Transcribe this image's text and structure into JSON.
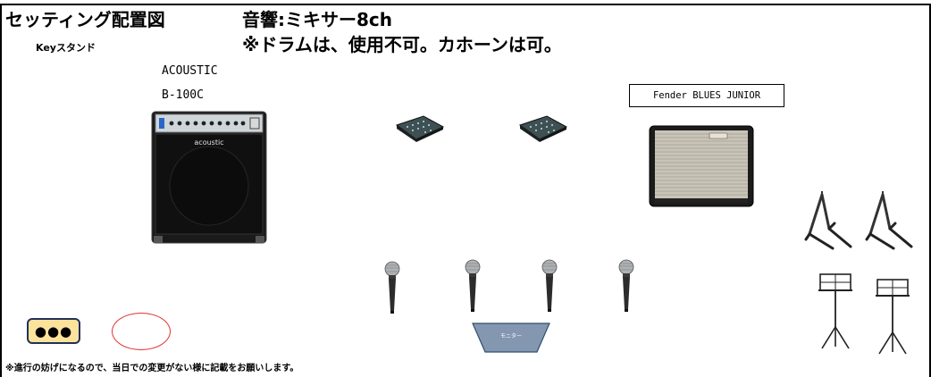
{
  "header": {
    "title": "セッティング配置図",
    "sound_system": "音響:ミキサー8ch",
    "drum_note": "※ドラムは、使用不可。カホーンは可。"
  },
  "key_stand_label": "Keyスタンド",
  "bass_amp": {
    "brand_line": "ACOUSTIC",
    "model_line": "B-100C",
    "logo_text": "acoustic"
  },
  "guitar_amp": {
    "label": "Fender BLUES JUNIOR"
  },
  "monitor": {
    "label": "モニター"
  },
  "placeholder_box": {
    "label": "●●●"
  },
  "footer_note": "※進行の妨げになるので、当日での変更がない様に記載をお願いします。",
  "counts": {
    "mixers": 2,
    "microphones": 4,
    "guitar_stands": 2,
    "music_stands": 2
  },
  "colors": {
    "monitor_fill": "#8497b0",
    "monitor_border": "#2f4f6f",
    "placeholder_fill": "#fbe39c",
    "placeholder_border": "#22305a",
    "ellipse_border": "#e03030"
  }
}
